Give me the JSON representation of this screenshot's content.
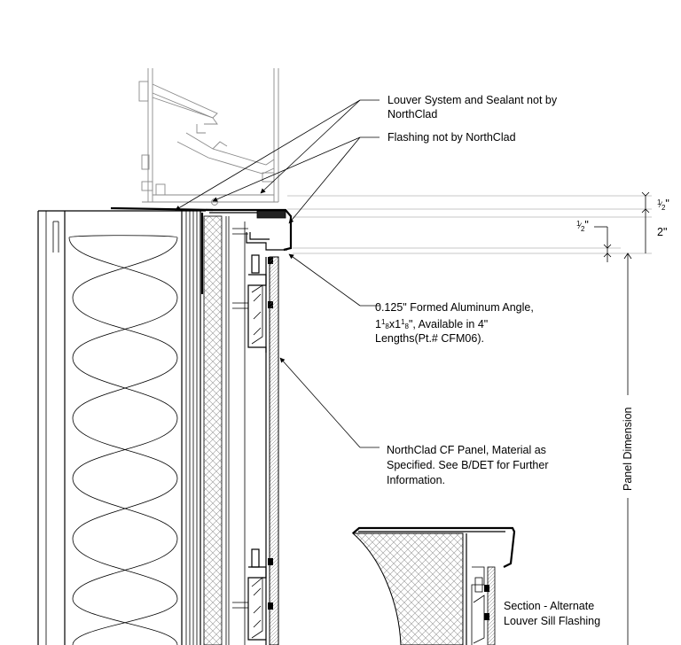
{
  "callouts": {
    "louver_line1": "Louver System and Sealant not by",
    "louver_line2": "NorthClad",
    "flashing": "Flashing not by NorthClad",
    "angle_line1": "0.125\" Formed Aluminum Angle,",
    "angle_line2_a": "1",
    "angle_line2_num1": "1",
    "angle_line2_den1": "8",
    "angle_line2_b": "x1",
    "angle_line2_num2": "1",
    "angle_line2_den2": "8",
    "angle_line2_c": "\", Available in 4\"",
    "angle_line3": "Lengths(Pt.# CFM06).",
    "panel_line1": "NorthClad CF Panel, Material as",
    "panel_line2": "Specified.  See B/DET for Further",
    "panel_line3": "Information.",
    "section_line1": "Section - Alternate",
    "section_line2": "Louver Sill Flashing"
  },
  "dimensions": {
    "half_top_num": "1",
    "half_top_den": "2",
    "half_top_unit": "\"",
    "two_inch": "2\"",
    "half_mid_num": "1",
    "half_mid_den": "2",
    "half_mid_unit": "\"",
    "panel_dimension": "Panel Dimension"
  }
}
